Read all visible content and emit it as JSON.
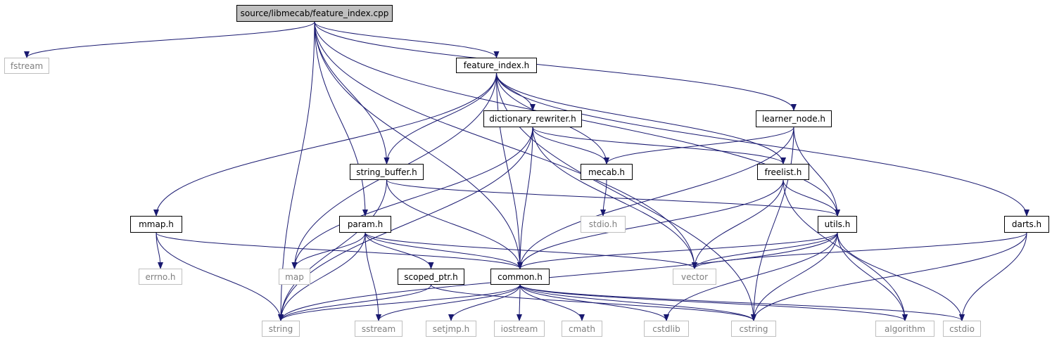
{
  "diagram": {
    "root": {
      "label": "source/libmecab/feature_index.cpp"
    },
    "project_headers": {
      "feature_index": "feature_index.h",
      "dictionary_rewriter": "dictionary_rewriter.h",
      "learner_node": "learner_node.h",
      "string_buffer": "string_buffer.h",
      "mecab": "mecab.h",
      "freelist": "freelist.h",
      "mmap": "mmap.h",
      "param": "param.h",
      "utils": "utils.h",
      "darts": "darts.h",
      "scoped_ptr": "scoped_ptr.h",
      "common": "common.h"
    },
    "system_headers": {
      "fstream": "fstream",
      "stdio_h": "stdio.h",
      "errno_h": "errno.h",
      "map": "map",
      "vector": "vector",
      "string": "string",
      "sstream": "sstream",
      "setjmp": "setjmp.h",
      "iostream": "iostream",
      "cmath": "cmath",
      "cstdlib": "cstdlib",
      "cstring": "cstring",
      "algorithm": "algorithm",
      "cstdio": "cstdio"
    },
    "edges": [
      [
        "root",
        "fstream"
      ],
      [
        "root",
        "string"
      ],
      [
        "root",
        "feature_index"
      ],
      [
        "root",
        "param"
      ],
      [
        "root",
        "common"
      ],
      [
        "root",
        "string_buffer"
      ],
      [
        "root",
        "vector"
      ],
      [
        "root",
        "learner_node"
      ],
      [
        "root",
        "utils"
      ],
      [
        "feature_index",
        "dictionary_rewriter"
      ],
      [
        "feature_index",
        "string_buffer"
      ],
      [
        "feature_index",
        "mmap"
      ],
      [
        "feature_index",
        "map"
      ],
      [
        "feature_index",
        "common"
      ],
      [
        "feature_index",
        "mecab"
      ],
      [
        "feature_index",
        "freelist"
      ],
      [
        "feature_index",
        "darts"
      ],
      [
        "feature_index",
        "cstring"
      ],
      [
        "dictionary_rewriter",
        "mecab"
      ],
      [
        "dictionary_rewriter",
        "freelist"
      ],
      [
        "dictionary_rewriter",
        "common"
      ],
      [
        "dictionary_rewriter",
        "string"
      ],
      [
        "dictionary_rewriter",
        "map"
      ],
      [
        "dictionary_rewriter",
        "vector"
      ],
      [
        "learner_node",
        "mecab"
      ],
      [
        "learner_node",
        "common"
      ],
      [
        "learner_node",
        "utils"
      ],
      [
        "learner_node",
        "cstring"
      ],
      [
        "string_buffer",
        "common"
      ],
      [
        "string_buffer",
        "utils"
      ],
      [
        "string_buffer",
        "string"
      ],
      [
        "mecab",
        "stdio_h"
      ],
      [
        "freelist",
        "utils"
      ],
      [
        "freelist",
        "common"
      ],
      [
        "freelist",
        "vector"
      ],
      [
        "freelist",
        "algorithm"
      ],
      [
        "mmap",
        "errno_h"
      ],
      [
        "mmap",
        "string"
      ],
      [
        "mmap",
        "common"
      ],
      [
        "param",
        "map"
      ],
      [
        "param",
        "string"
      ],
      [
        "param",
        "scoped_ptr"
      ],
      [
        "param",
        "common"
      ],
      [
        "param",
        "sstream"
      ],
      [
        "param",
        "vector"
      ],
      [
        "utils",
        "common"
      ],
      [
        "utils",
        "vector"
      ],
      [
        "utils",
        "string"
      ],
      [
        "utils",
        "cstdlib"
      ],
      [
        "utils",
        "cstring"
      ],
      [
        "utils",
        "algorithm"
      ],
      [
        "utils",
        "cstdio"
      ],
      [
        "darts",
        "vector"
      ],
      [
        "darts",
        "cstring"
      ],
      [
        "darts",
        "cstdio"
      ],
      [
        "scoped_ptr",
        "string"
      ],
      [
        "scoped_ptr",
        "cstring"
      ],
      [
        "common",
        "string"
      ],
      [
        "common",
        "sstream"
      ],
      [
        "common",
        "setjmp"
      ],
      [
        "common",
        "iostream"
      ],
      [
        "common",
        "cmath"
      ],
      [
        "common",
        "cstdlib"
      ],
      [
        "common",
        "cstring"
      ],
      [
        "common",
        "algorithm"
      ],
      [
        "common",
        "cstdio"
      ]
    ],
    "colors": {
      "edge": "#191970",
      "root_fill": "#bfbfbf",
      "system_border": "#bfbfbf",
      "system_text": "#7f7f7f"
    }
  }
}
